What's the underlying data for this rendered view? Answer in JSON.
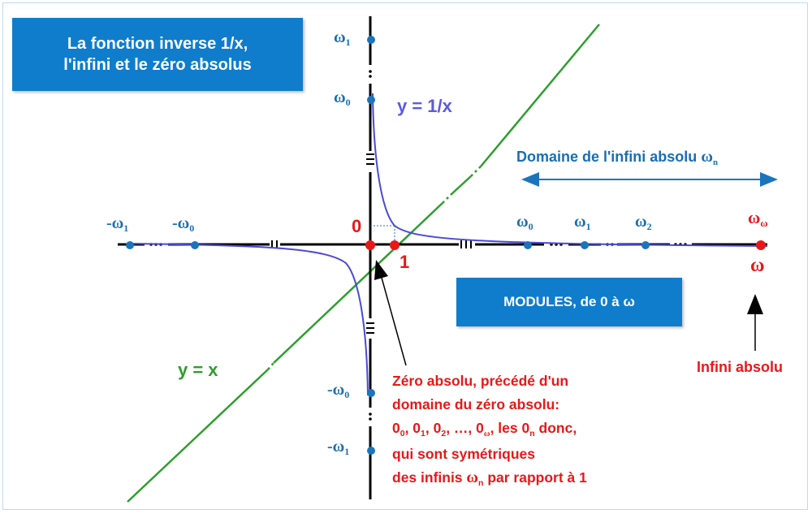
{
  "title": {
    "line1": "La fonction inverse 1/x,",
    "line2": "l'infini et le zéro absolus"
  },
  "modules_box": "MODULES, de 0 à ω",
  "curves": {
    "inverse_label": "y = 1/x",
    "identity_label": "y = x"
  },
  "x_axis": {
    "neg_omega1": {
      "sym": "-ω",
      "sub": "1"
    },
    "neg_omega0": {
      "sym": "-ω",
      "sub": "0"
    },
    "zero": "0",
    "one": "1",
    "omega0": {
      "sym": "ω",
      "sub": "0"
    },
    "omega1": {
      "sym": "ω",
      "sub": "1"
    },
    "omega2": {
      "sym": "ω",
      "sub": "2"
    },
    "omega_omega": {
      "sym": "ω",
      "sub": "ω"
    },
    "omega": "ω"
  },
  "y_axis": {
    "omega1": {
      "sym": "ω",
      "sub": "1"
    },
    "omega0": {
      "sym": "ω",
      "sub": "0"
    },
    "neg_omega0": {
      "sym": "-ω",
      "sub": "0"
    },
    "neg_omega1": {
      "sym": "-ω",
      "sub": "1"
    }
  },
  "domain_infinite": {
    "text": "Domaine de l'infini absolu ",
    "sym": "ω",
    "sub": "n"
  },
  "infini_absolu": "Infini absolu",
  "zero_note": {
    "line1": "Zéro absolu, précédé d'un",
    "line2": "domaine du zéro absolu:",
    "line3_parts": [
      "0",
      "0",
      ", 0",
      "1",
      ", 0",
      "2",
      ", …, 0",
      "ω",
      ",  les 0",
      "n",
      " donc,"
    ],
    "line4": "qui sont symétriques",
    "line5_a": "des infinis ",
    "line5_sym": "ω",
    "line5_sub": "n",
    "line5_b": " par rapport à 1"
  },
  "colors": {
    "axis": "#000000",
    "inverse_curve": "#4a4ad6",
    "identity_line": "#2e9e2e",
    "point_blue": "#1a75bc",
    "point_red": "#e81818",
    "box_blue": "#0f7dcc",
    "arrow_blue": "#1a75bc"
  }
}
